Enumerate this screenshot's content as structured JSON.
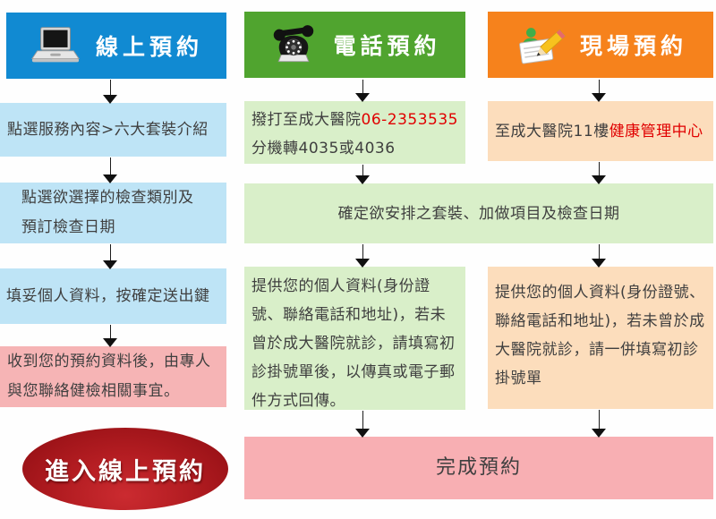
{
  "colors": {
    "online_header": "#118ad2",
    "phone_header": "#50a42f",
    "onsite_header": "#f6821c",
    "online_step_bg": "#bee4f6",
    "phone_step_bg": "#d9efc9",
    "onsite_step_bg": "#fcddbc",
    "result_bg": "#f6b4b5",
    "complete_bg": "#f8afb3",
    "highlight_text": "#e00000",
    "body_text": "#3f3f3f",
    "button_red": "#a81419"
  },
  "online_column": {
    "header_label": "線上預約",
    "icon": "laptop-icon",
    "step1": "點選服務內容>六大套裝介紹",
    "step2": "點選欲選擇的檢查類別及預訂檢查日期",
    "step3": "填妥個人資料，按確定送出鍵",
    "result": "收到您的預約資料後，由專人與您聯絡健檢相關事宜。",
    "enter_button_label": "進入線上預約"
  },
  "phone_column": {
    "header_label": "電話預約",
    "icon": "telephone-icon",
    "call_text_before": "撥打至成大醫院",
    "call_phone_number": "06-2353535",
    "call_text_after": "分機轉4035或4036",
    "info": "提供您的個人資料(身份證號、聯絡電話和地址)，若未曾於成大醫院就診，請填寫初診掛號單後，以傳真或電子郵件方式回傳。"
  },
  "onsite_column": {
    "header_label": "現場預約",
    "icon": "clipboard-pencil-icon",
    "location_text_before": "至成大醫院11樓",
    "location_highlight": "健康管理中心",
    "info": "提供您的個人資料(身份證號、聯絡電話和地址)，若未曾於成大醫院就診，請一併填寫初診掛號單"
  },
  "shared": {
    "confirm_text": "確定欲安排之套裝、加做項目及檢查日期",
    "complete_text": "完成預約"
  }
}
